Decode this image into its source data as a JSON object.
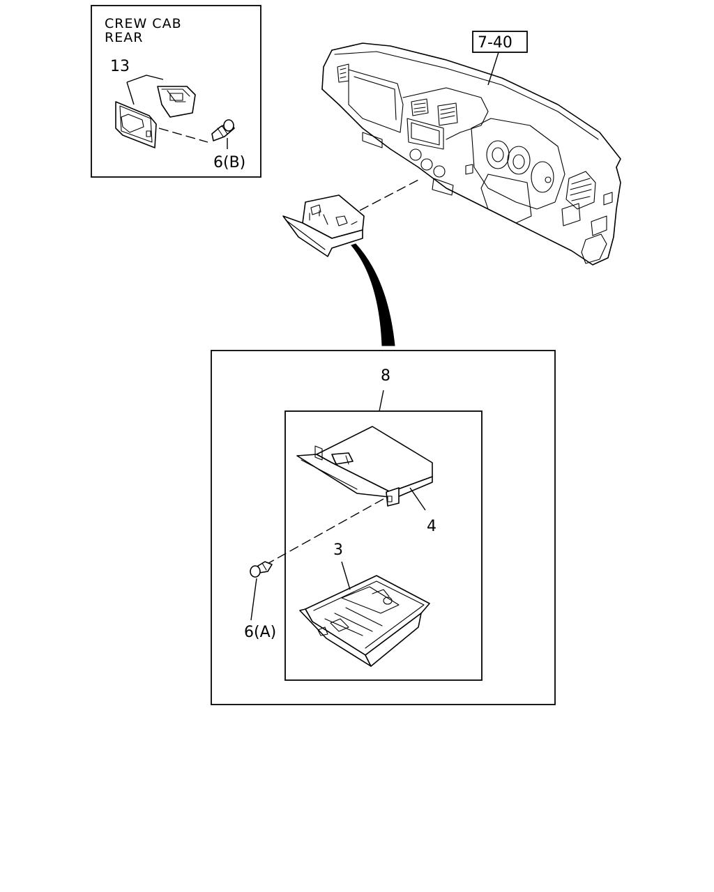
{
  "inset": {
    "title_line1": "CREW CAB",
    "title_line2": "REAR",
    "part_13": "13",
    "part_6b": "6(B)"
  },
  "reference": {
    "ref_7_40": "7-40"
  },
  "detail": {
    "part_8": "8",
    "part_4": "4",
    "part_3": "3",
    "part_6a": "6(A)"
  }
}
